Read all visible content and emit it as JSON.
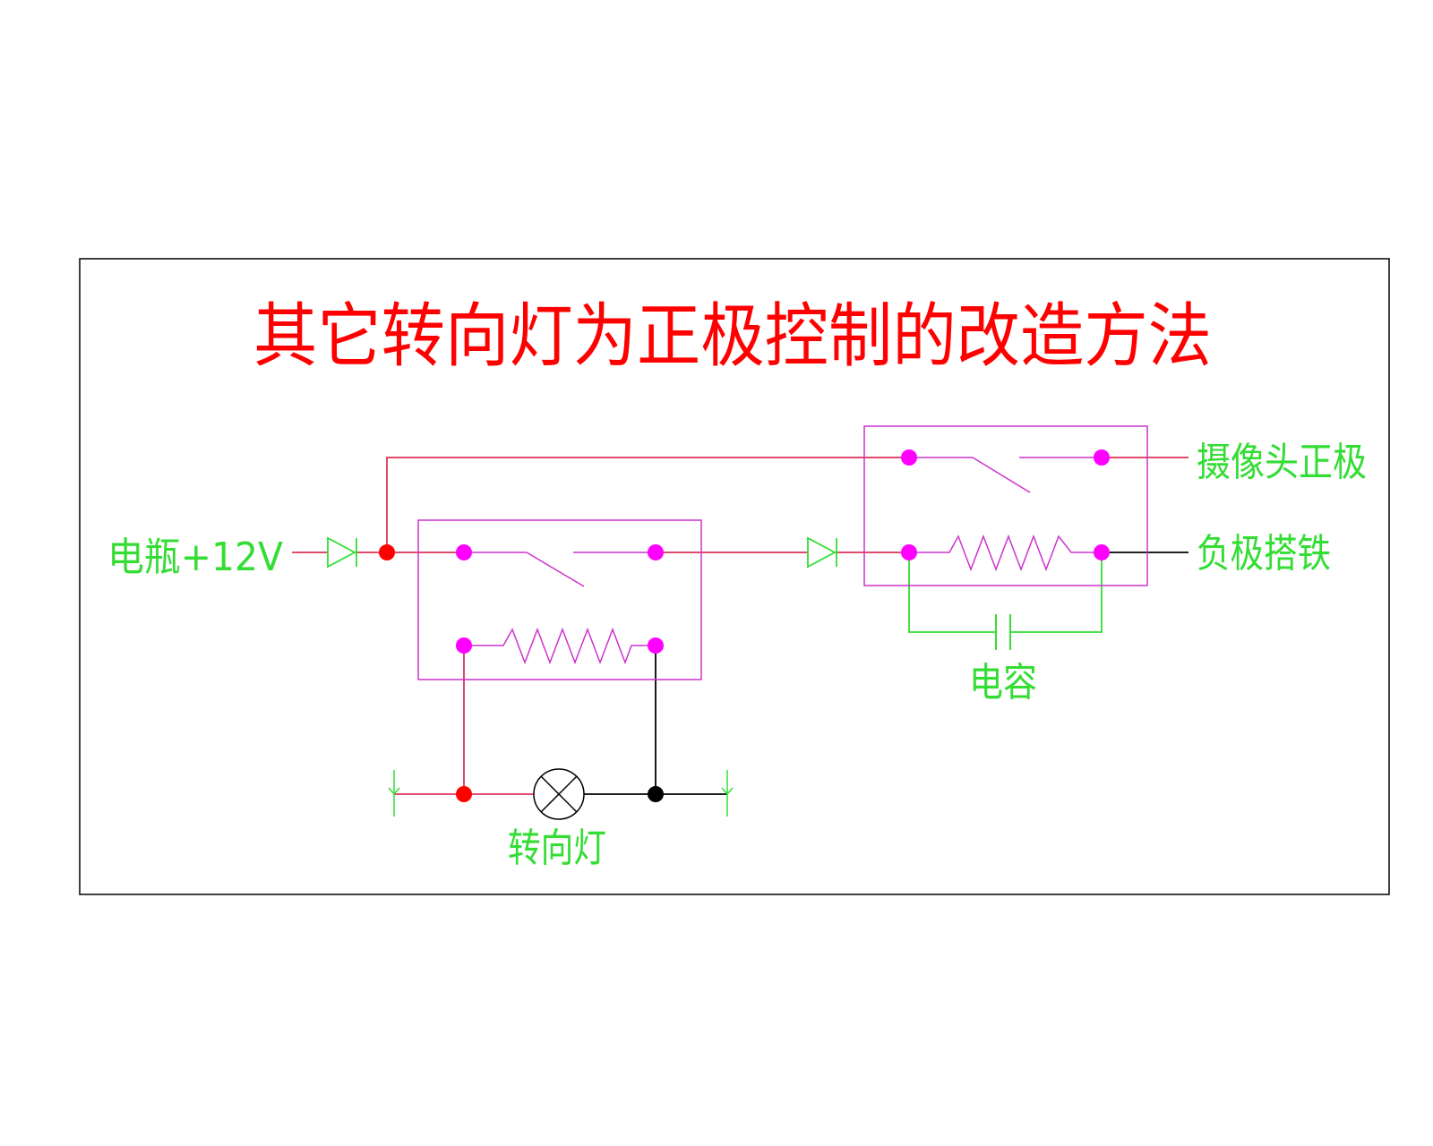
{
  "title": "其它转向灯为正极控制的改造方法",
  "labels": {
    "battery": "电瓶+12V",
    "camera_positive": "摄像头正极",
    "negative_ground": "负极搭铁",
    "capacitor": "电容",
    "turn_signal": "转向灯"
  },
  "colors": {
    "title": "#ff0000",
    "label": "#33dd33",
    "wire_red": "#dd3355",
    "relay": "#cc33cc",
    "node_pink": "#ff00ff",
    "node_red": "#ff0000",
    "node_black": "#000000",
    "wire_black": "#000000",
    "wire_green": "#33dd33",
    "frame": "#000000"
  },
  "icons": {
    "diode": "diode-icon",
    "lamp": "lamp-icon",
    "capacitor": "capacitor-icon",
    "coil": "coil-icon",
    "switch": "switch-contact-icon"
  }
}
